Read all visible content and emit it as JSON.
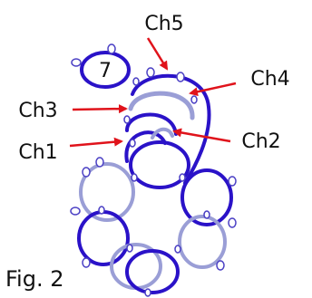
{
  "figure_label": "Fig. 2",
  "ring_number": "7",
  "callouts": {
    "ch1": "Ch1",
    "ch2": "Ch2",
    "ch3": "Ch3",
    "ch4": "Ch4",
    "ch5": "Ch5"
  },
  "colors": {
    "dark_thread": "#2a12c8",
    "light_thread": "#9a9ed6",
    "arrow": "#e0131b",
    "picot": "#4a3fc4",
    "text": "#111111"
  }
}
